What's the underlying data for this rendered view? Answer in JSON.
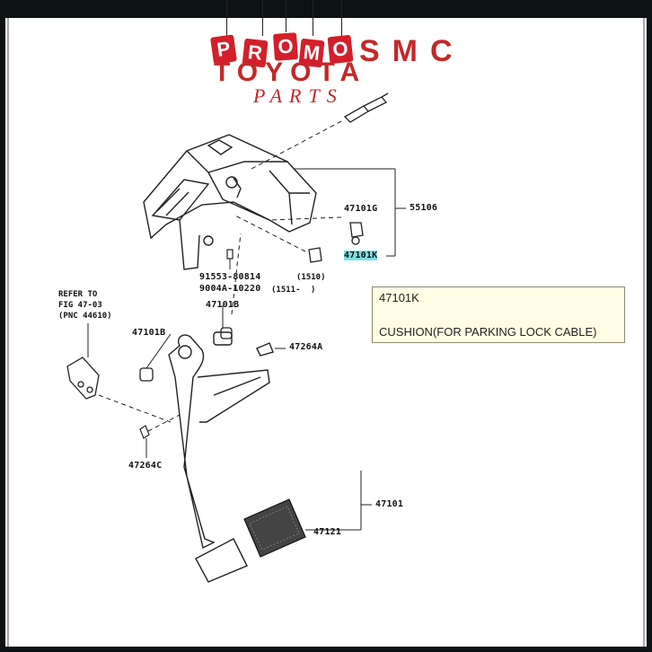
{
  "watermark": {
    "promo_letters": [
      "P",
      "R",
      "O",
      "M",
      "O"
    ],
    "brand_line1": "SMC",
    "brand_line2": "TOYOTA",
    "brand_line3": "PARTS"
  },
  "callouts": {
    "p55106": "55106",
    "p47101G": "47101G",
    "p47101K": "47101K",
    "p91553": "91553-80814",
    "p9004A": "9004A-10220",
    "note_1510": "(1510)",
    "note_1511": "(1511-",
    "note_close": ")",
    "p47101B_upper": "47101B",
    "p47101B_left": "47101B",
    "p47264A": "47264A",
    "p47264C": "47264C",
    "p47101": "47101",
    "p47121": "47121",
    "refer_line1": "REFER TO",
    "refer_line2": "FIG 47-03",
    "refer_line3": "(PNC 44610)"
  },
  "tooltip": {
    "part_number": "47101K",
    "description": "CUSHION(FOR PARKING LOCK CABLE)"
  }
}
